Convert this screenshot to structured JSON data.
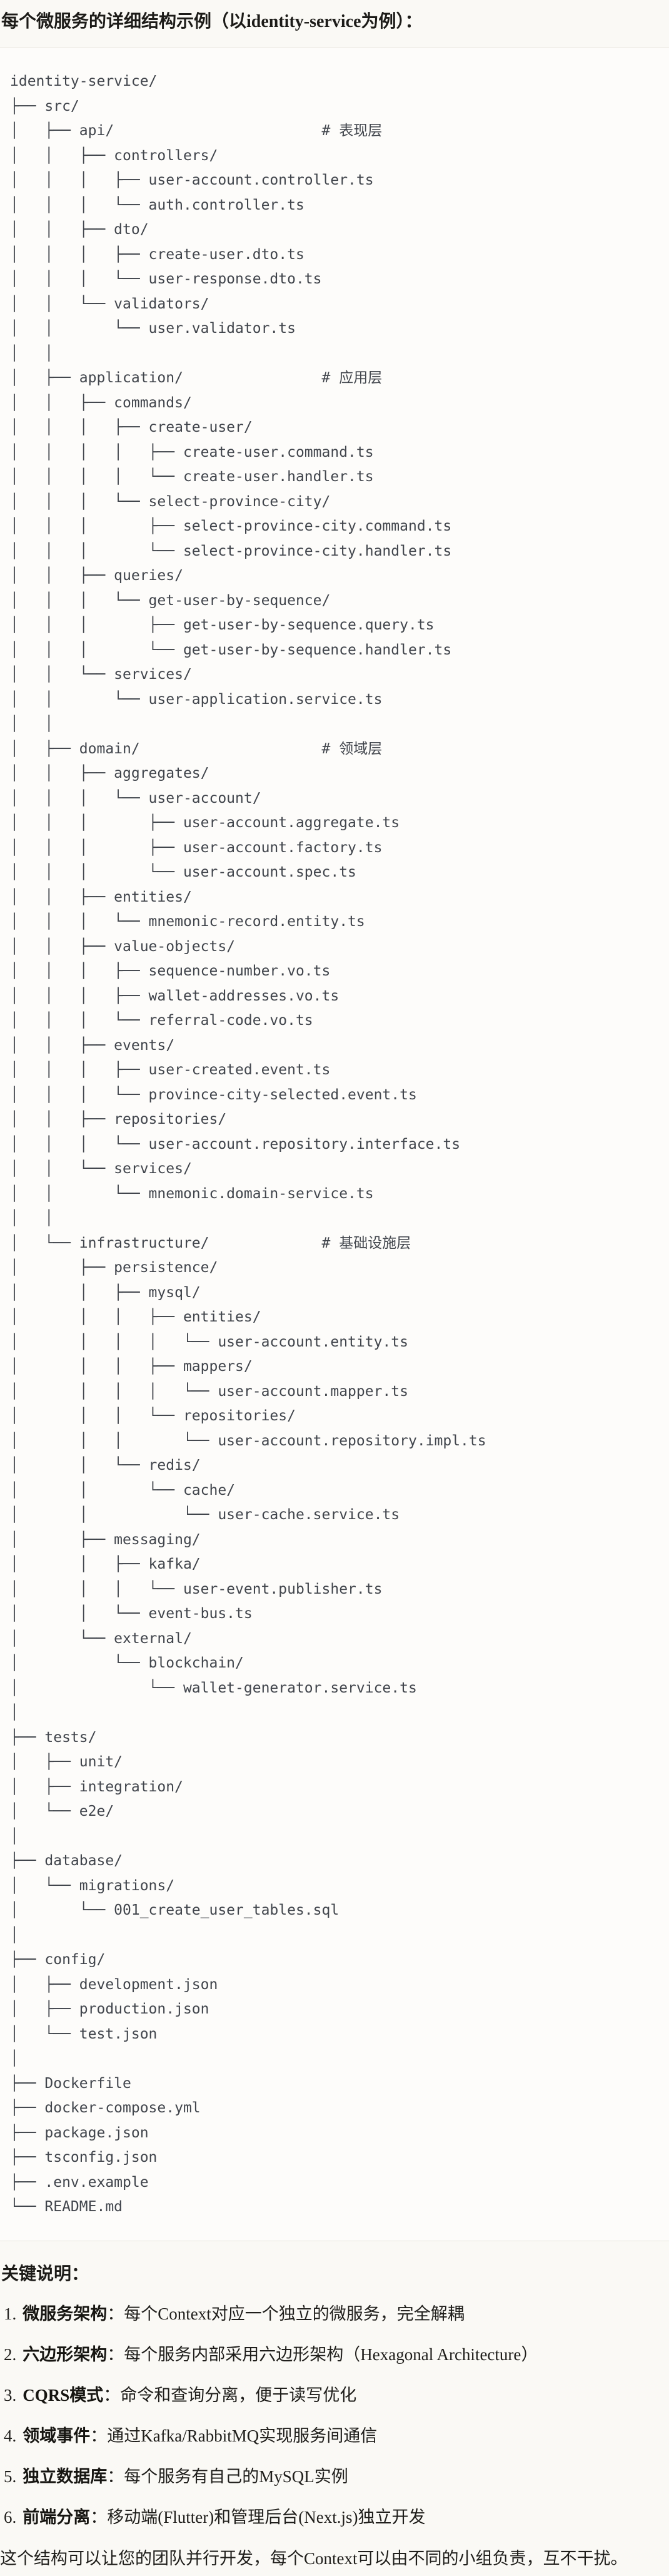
{
  "page": {
    "background": "#faf9f5",
    "code_background": "#fdfcfa",
    "code_border": "#e7e4dc",
    "code_text_color": "#41454c",
    "text_color": "#1f1e1b"
  },
  "header": {
    "title": "每个微服务的详细结构示例（以identity-service为例）："
  },
  "tree": {
    "lines": [
      "identity-service/",
      "├── src/",
      "│   ├── api/                        # 表现层",
      "│   │   ├── controllers/",
      "│   │   │   ├── user-account.controller.ts",
      "│   │   │   └── auth.controller.ts",
      "│   │   ├── dto/",
      "│   │   │   ├── create-user.dto.ts",
      "│   │   │   └── user-response.dto.ts",
      "│   │   └── validators/",
      "│   │       └── user.validator.ts",
      "│   │",
      "│   ├── application/                # 应用层",
      "│   │   ├── commands/",
      "│   │   │   ├── create-user/",
      "│   │   │   │   ├── create-user.command.ts",
      "│   │   │   │   └── create-user.handler.ts",
      "│   │   │   └── select-province-city/",
      "│   │   │       ├── select-province-city.command.ts",
      "│   │   │       └── select-province-city.handler.ts",
      "│   │   ├── queries/",
      "│   │   │   └── get-user-by-sequence/",
      "│   │   │       ├── get-user-by-sequence.query.ts",
      "│   │   │       └── get-user-by-sequence.handler.ts",
      "│   │   └── services/",
      "│   │       └── user-application.service.ts",
      "│   │",
      "│   ├── domain/                     # 领域层",
      "│   │   ├── aggregates/",
      "│   │   │   └── user-account/",
      "│   │   │       ├── user-account.aggregate.ts",
      "│   │   │       ├── user-account.factory.ts",
      "│   │   │       └── user-account.spec.ts",
      "│   │   ├── entities/",
      "│   │   │   └── mnemonic-record.entity.ts",
      "│   │   ├── value-objects/",
      "│   │   │   ├── sequence-number.vo.ts",
      "│   │   │   ├── wallet-addresses.vo.ts",
      "│   │   │   └── referral-code.vo.ts",
      "│   │   ├── events/",
      "│   │   │   ├── user-created.event.ts",
      "│   │   │   └── province-city-selected.event.ts",
      "│   │   ├── repositories/",
      "│   │   │   └── user-account.repository.interface.ts",
      "│   │   └── services/",
      "│   │       └── mnemonic.domain-service.ts",
      "│   │",
      "│   └── infrastructure/             # 基础设施层",
      "│       ├── persistence/",
      "│       │   ├── mysql/",
      "│       │   │   ├── entities/",
      "│       │   │   │   └── user-account.entity.ts",
      "│       │   │   ├── mappers/",
      "│       │   │   │   └── user-account.mapper.ts",
      "│       │   │   └── repositories/",
      "│       │   │       └── user-account.repository.impl.ts",
      "│       │   └── redis/",
      "│       │       └── cache/",
      "│       │           └── user-cache.service.ts",
      "│       ├── messaging/",
      "│       │   ├── kafka/",
      "│       │   │   └── user-event.publisher.ts",
      "│       │   └── event-bus.ts",
      "│       └── external/",
      "│           └── blockchain/",
      "│               └── wallet-generator.service.ts",
      "│",
      "├── tests/",
      "│   ├── unit/",
      "│   ├── integration/",
      "│   └── e2e/",
      "│",
      "├── database/",
      "│   └── migrations/",
      "│       └── 001_create_user_tables.sql",
      "│",
      "├── config/",
      "│   ├── development.json",
      "│   ├── production.json",
      "│   └── test.json",
      "│",
      "├── Dockerfile",
      "├── docker-compose.yml",
      "├── package.json",
      "├── tsconfig.json",
      "├── .env.example",
      "└── README.md"
    ]
  },
  "notes": {
    "heading": "关键说明：",
    "items": [
      {
        "num": "1.",
        "label": "微服务架构",
        "text": "：每个Context对应一个独立的微服务，完全解耦"
      },
      {
        "num": "2.",
        "label": "六边形架构",
        "text": "：每个服务内部采用六边形架构（Hexagonal Architecture）"
      },
      {
        "num": "3.",
        "label": "CQRS模式",
        "text": "：命令和查询分离，便于读写优化"
      },
      {
        "num": "4.",
        "label": "领域事件",
        "text": "：通过Kafka/RabbitMQ实现服务间通信"
      },
      {
        "num": "5.",
        "label": "独立数据库",
        "text": "：每个服务有自己的MySQL实例"
      },
      {
        "num": "6.",
        "label": "前端分离",
        "text": "：移动端(Flutter)和管理后台(Next.js)独立开发"
      }
    ]
  },
  "closing": {
    "text": "这个结构可以让您的团队并行开发，每个Context可以由不同的小组负责，互不干扰。"
  }
}
